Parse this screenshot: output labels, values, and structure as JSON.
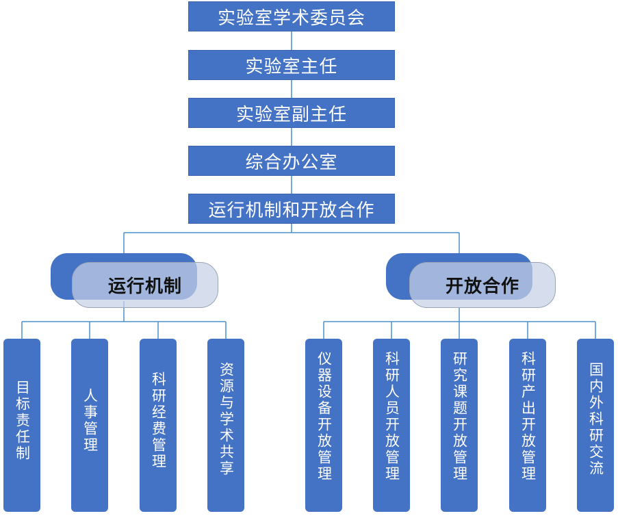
{
  "top_boxes": [
    "实验室学术委员会",
    "实验室主任",
    "实验室副主任",
    "综合办公室",
    "运行机制和开放合作"
  ],
  "categories": [
    {
      "label": "运行机制",
      "items": [
        "目标责任制",
        "人事管理",
        "科研经费管理",
        "资源与学术共享"
      ]
    },
    {
      "label": "开放合作",
      "items": [
        "仪器设备开放管理",
        "科研人员开放管理",
        "研究课题开放管理",
        "科研产出开放管理",
        "国内外科研交流"
      ]
    }
  ],
  "colors": {
    "box_fill": "#4472c4",
    "connector": "#4a90c8",
    "label_text": "#ffffff"
  }
}
